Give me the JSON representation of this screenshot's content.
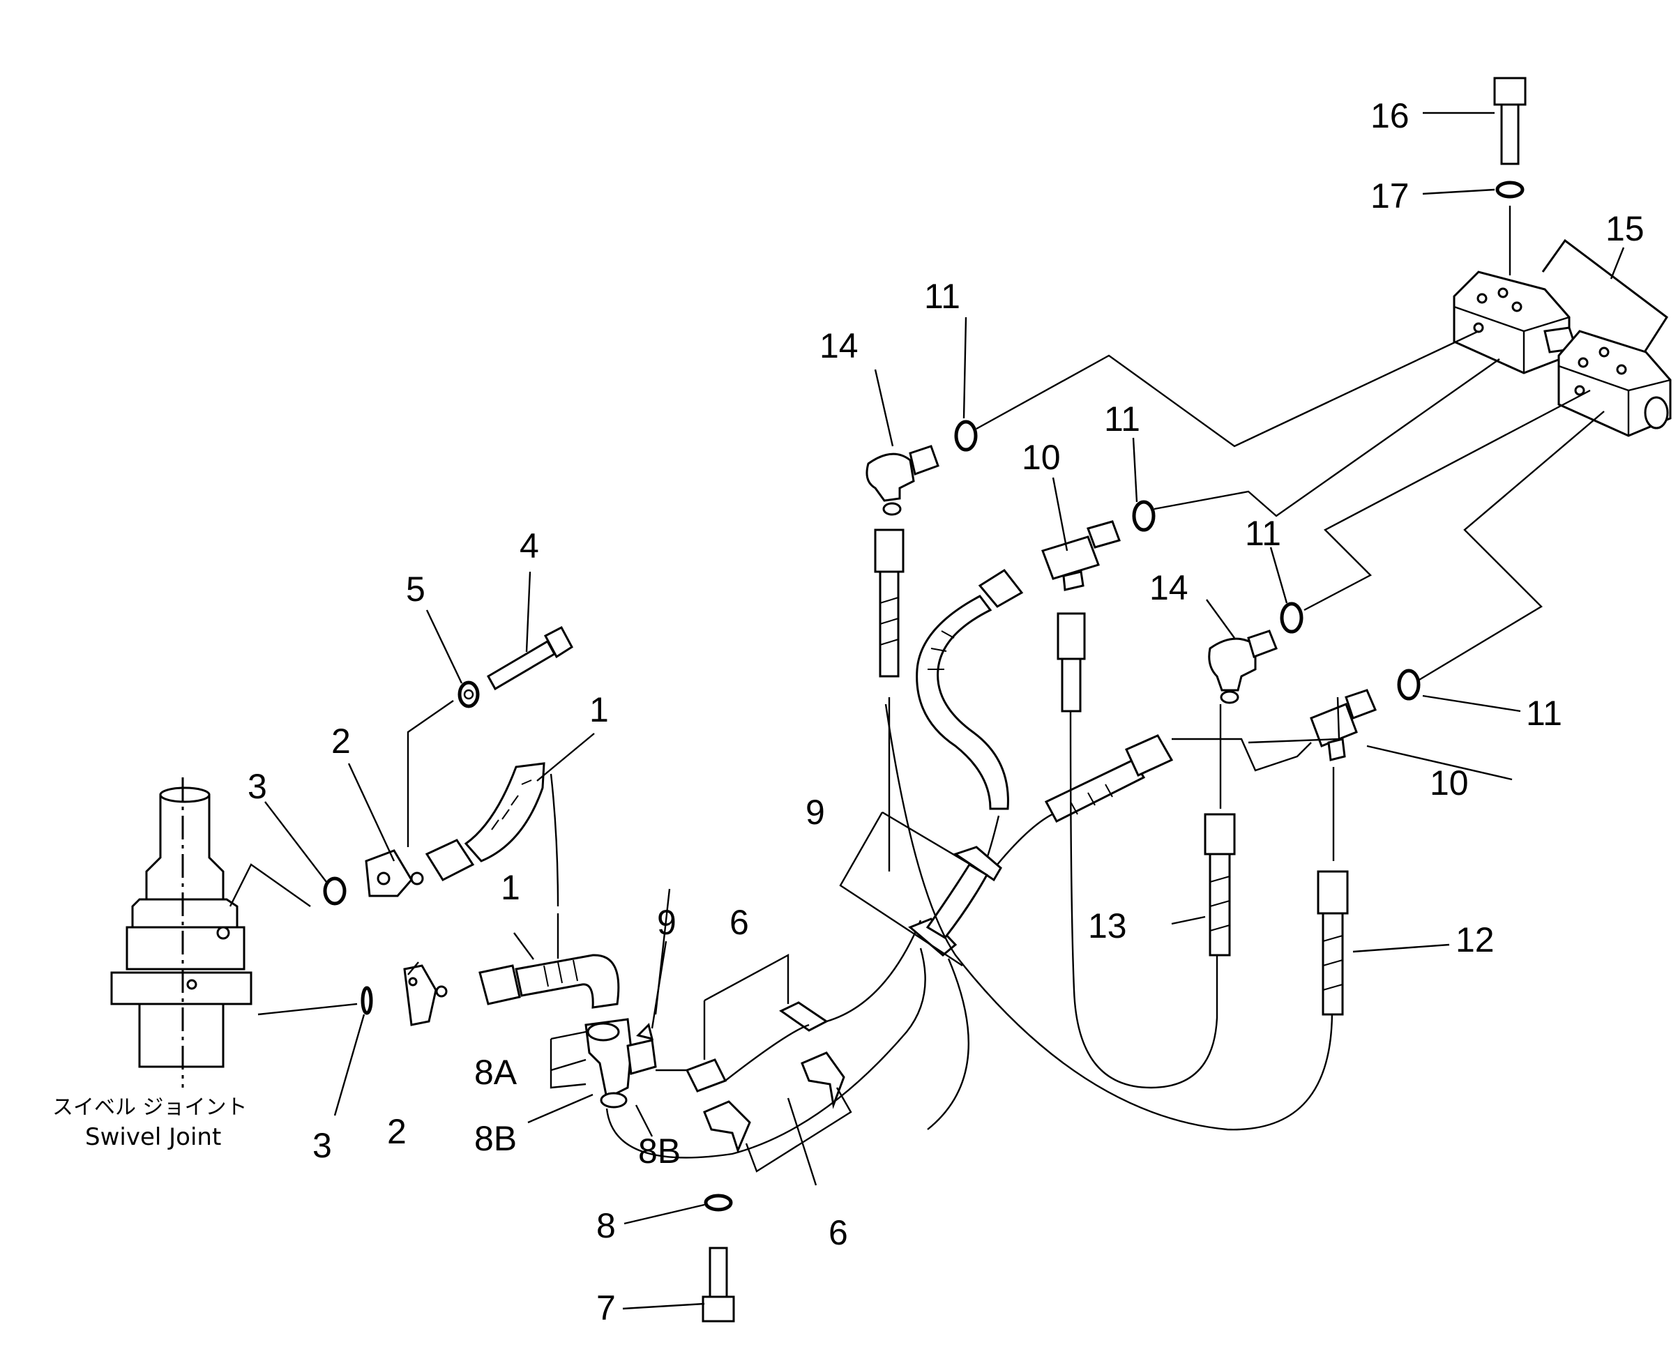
{
  "diagram": {
    "callouts": [
      {
        "id": "c1a",
        "text": "1"
      },
      {
        "id": "c1b",
        "text": "1"
      },
      {
        "id": "c2a",
        "text": "2"
      },
      {
        "id": "c2b",
        "text": "2"
      },
      {
        "id": "c3a",
        "text": "3"
      },
      {
        "id": "c3b",
        "text": "3"
      },
      {
        "id": "c4",
        "text": "4"
      },
      {
        "id": "c5",
        "text": "5"
      },
      {
        "id": "c6a",
        "text": "6"
      },
      {
        "id": "c6b",
        "text": "6"
      },
      {
        "id": "c7",
        "text": "7"
      },
      {
        "id": "c8",
        "text": "8"
      },
      {
        "id": "c8A",
        "text": "8A"
      },
      {
        "id": "c8Ba",
        "text": "8B"
      },
      {
        "id": "c8Bb",
        "text": "8B"
      },
      {
        "id": "c9a",
        "text": "9"
      },
      {
        "id": "c9b",
        "text": "9"
      },
      {
        "id": "c10a",
        "text": "10"
      },
      {
        "id": "c10b",
        "text": "10"
      },
      {
        "id": "c11a",
        "text": "11"
      },
      {
        "id": "c11b",
        "text": "11"
      },
      {
        "id": "c11c",
        "text": "11"
      },
      {
        "id": "c11d",
        "text": "11"
      },
      {
        "id": "c12",
        "text": "12"
      },
      {
        "id": "c13",
        "text": "13"
      },
      {
        "id": "c14a",
        "text": "14"
      },
      {
        "id": "c14b",
        "text": "14"
      },
      {
        "id": "c15",
        "text": "15"
      },
      {
        "id": "c16",
        "text": "16"
      },
      {
        "id": "c17",
        "text": "17"
      }
    ],
    "swivel_joint_label_jp": "スイベル ジョイント",
    "swivel_joint_label_en": "Swivel Joint"
  }
}
